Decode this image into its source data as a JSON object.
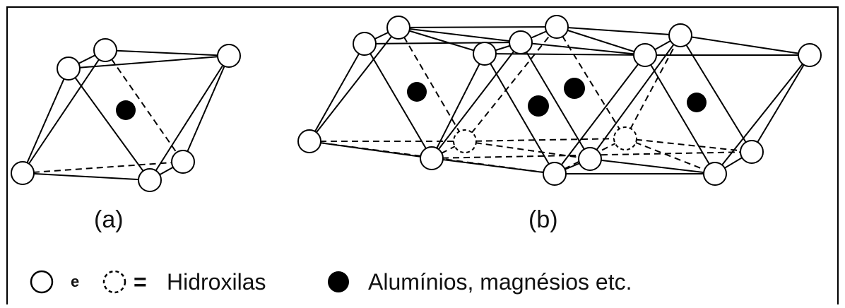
{
  "labels": {
    "panel_a": "(a)",
    "panel_b": "(b)"
  },
  "legend": {
    "connector": "e",
    "equals": "=",
    "hydroxyl_text": "Hidroxilas",
    "cation_text": "Alumínios, magnésios etc."
  },
  "colors": {
    "stroke": "#000000",
    "atom_fill": "#ffffff",
    "cation_fill": "#000000"
  }
}
